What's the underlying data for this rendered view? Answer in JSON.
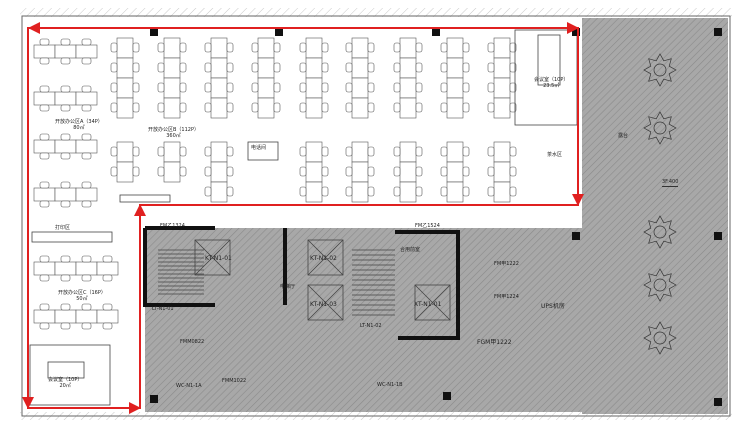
{
  "title": "办公楼层平面图",
  "colors": {
    "outline": "#e02020",
    "hatch": "#9a9a9a",
    "wall": "#222222"
  },
  "rooms": {
    "office_a": {
      "name": "开放办公区A（34P）",
      "area": "80㎡"
    },
    "office_b": {
      "name": "开放办公区B（112P）",
      "area": "360㎡"
    },
    "office_c": {
      "name": "开放办公区C（16P）",
      "area": "50㎡"
    },
    "meeting_1": {
      "name": "会议室（10P）",
      "area": "20㎡"
    },
    "meeting_2": {
      "name": "会议室（10P）",
      "area": "23.5㎡"
    },
    "tea": "茶水区",
    "phone": "电话间",
    "print": "打印区",
    "terrace": "露台",
    "elevation": "3F.400",
    "ups": "UPS机房",
    "front_room": "合用前室",
    "elevator_hall": "电梯厅"
  },
  "codes": {
    "kt1": "KT-N1-01",
    "kt2": "KT-N1-02",
    "kt3": "KT-N1-03",
    "xt1": "XT-N1-01",
    "lt1": "LT-N1-01",
    "lt2": "LT-N1-02",
    "fm1": "FM乙1324",
    "fm2": "FM乙1524",
    "fm3": "FMM0822",
    "fm4": "FMM1022",
    "fm5": "FGM甲1222",
    "fm6": "FM甲1222",
    "fm7": "FM甲1224",
    "wc1": "WC-N1-1A",
    "wc2": "WC-N1-1B"
  }
}
